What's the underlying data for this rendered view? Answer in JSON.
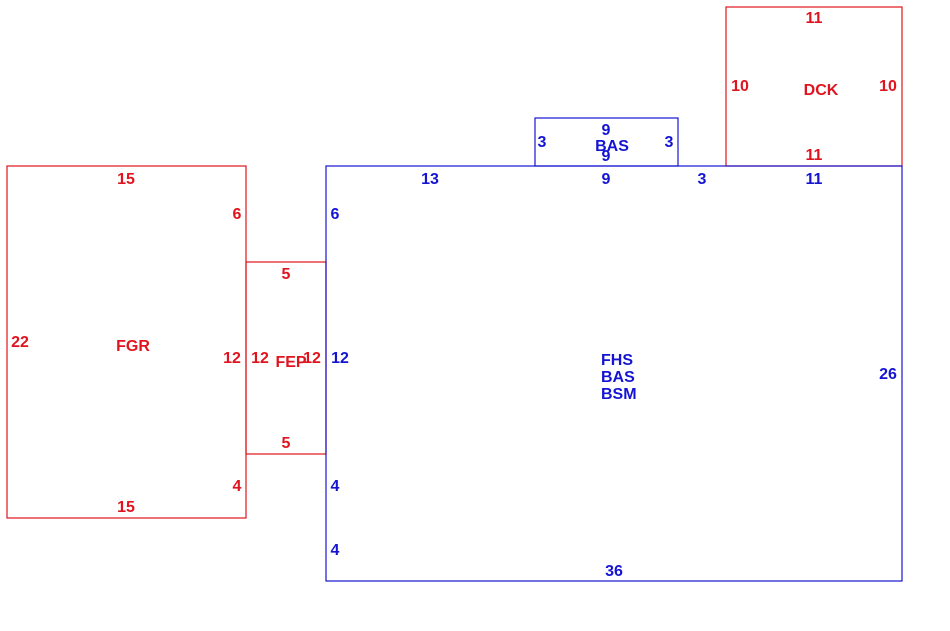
{
  "colors": {
    "red": "#e0141e",
    "blue": "#1414d2",
    "background": "#ffffff"
  },
  "areas": {
    "fgr": {
      "name": "FGR",
      "top": "15",
      "bottom": "15",
      "left": "22",
      "right_upper": "6",
      "right_mid": "12",
      "right_lower": "4"
    },
    "fep": {
      "name": "FEP",
      "top": "5",
      "bottom": "5",
      "left": "12",
      "right": "12"
    },
    "dck": {
      "name": "DCK",
      "top": "11",
      "bottom": "11",
      "left": "10",
      "right": "10"
    },
    "bas_small": {
      "name": "BAS",
      "top": "9",
      "bottom": "9",
      "left": "3",
      "right": "3"
    },
    "main": {
      "names": [
        "FHS",
        "BAS",
        "BSM"
      ],
      "top_segments": [
        "13",
        "9",
        "3",
        "11"
      ],
      "bottom": "36",
      "right": "26",
      "left_segments": [
        "6",
        "12",
        "4",
        "4"
      ]
    }
  }
}
